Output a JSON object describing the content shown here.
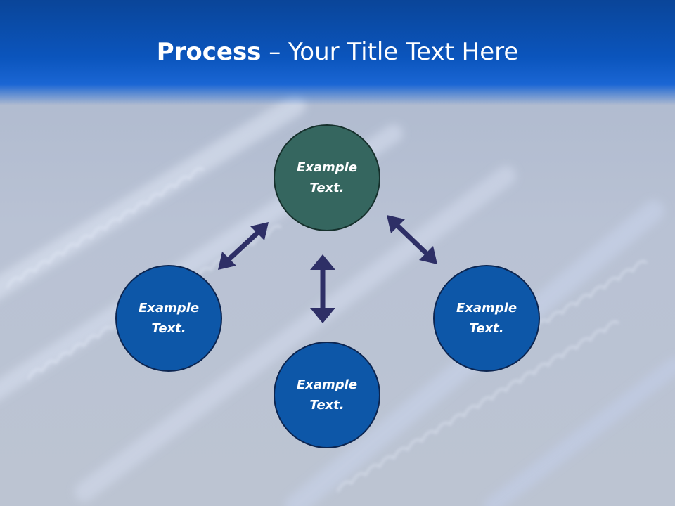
{
  "slide": {
    "title_bold": "Process",
    "title_rest": " – Your Title Text Here"
  },
  "diagram": {
    "nodes": {
      "top": {
        "line1": "Example",
        "line2": "Text."
      },
      "left": {
        "line1": "Example",
        "line2": "Text."
      },
      "right": {
        "line1": "Example",
        "line2": "Text."
      },
      "bottom": {
        "line1": "Example",
        "line2": "Text."
      }
    },
    "colors": {
      "header": "#0b55bd",
      "top_node": "#35665f",
      "other_nodes": "#0d57a8",
      "arrows": "#2e2f66"
    }
  }
}
